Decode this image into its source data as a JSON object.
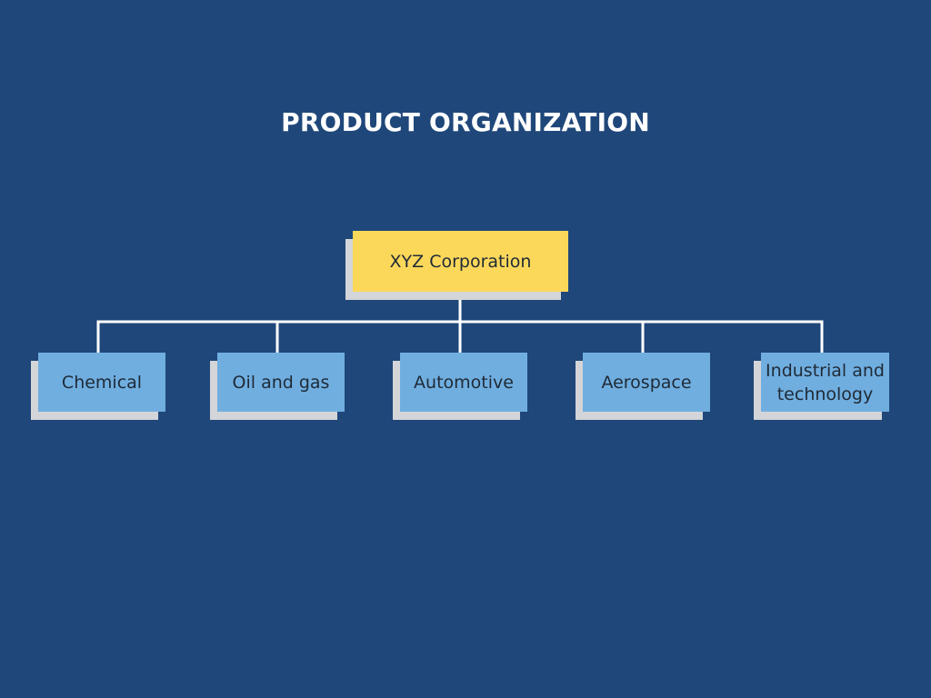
{
  "diagram": {
    "title": "PRODUCT ORGANIZATION",
    "root": {
      "label": "XYZ Corporation"
    },
    "children": [
      {
        "label": "Chemical"
      },
      {
        "label": "Oil and gas"
      },
      {
        "label": "Automotive"
      },
      {
        "label": "Aerospace"
      },
      {
        "label": "Industrial and technology"
      }
    ],
    "colors": {
      "background": "#1f477a",
      "root_fill": "#fcd85a",
      "child_fill": "#70aee0",
      "shadow": "#d3d5d8",
      "connector": "#ffffff"
    }
  }
}
